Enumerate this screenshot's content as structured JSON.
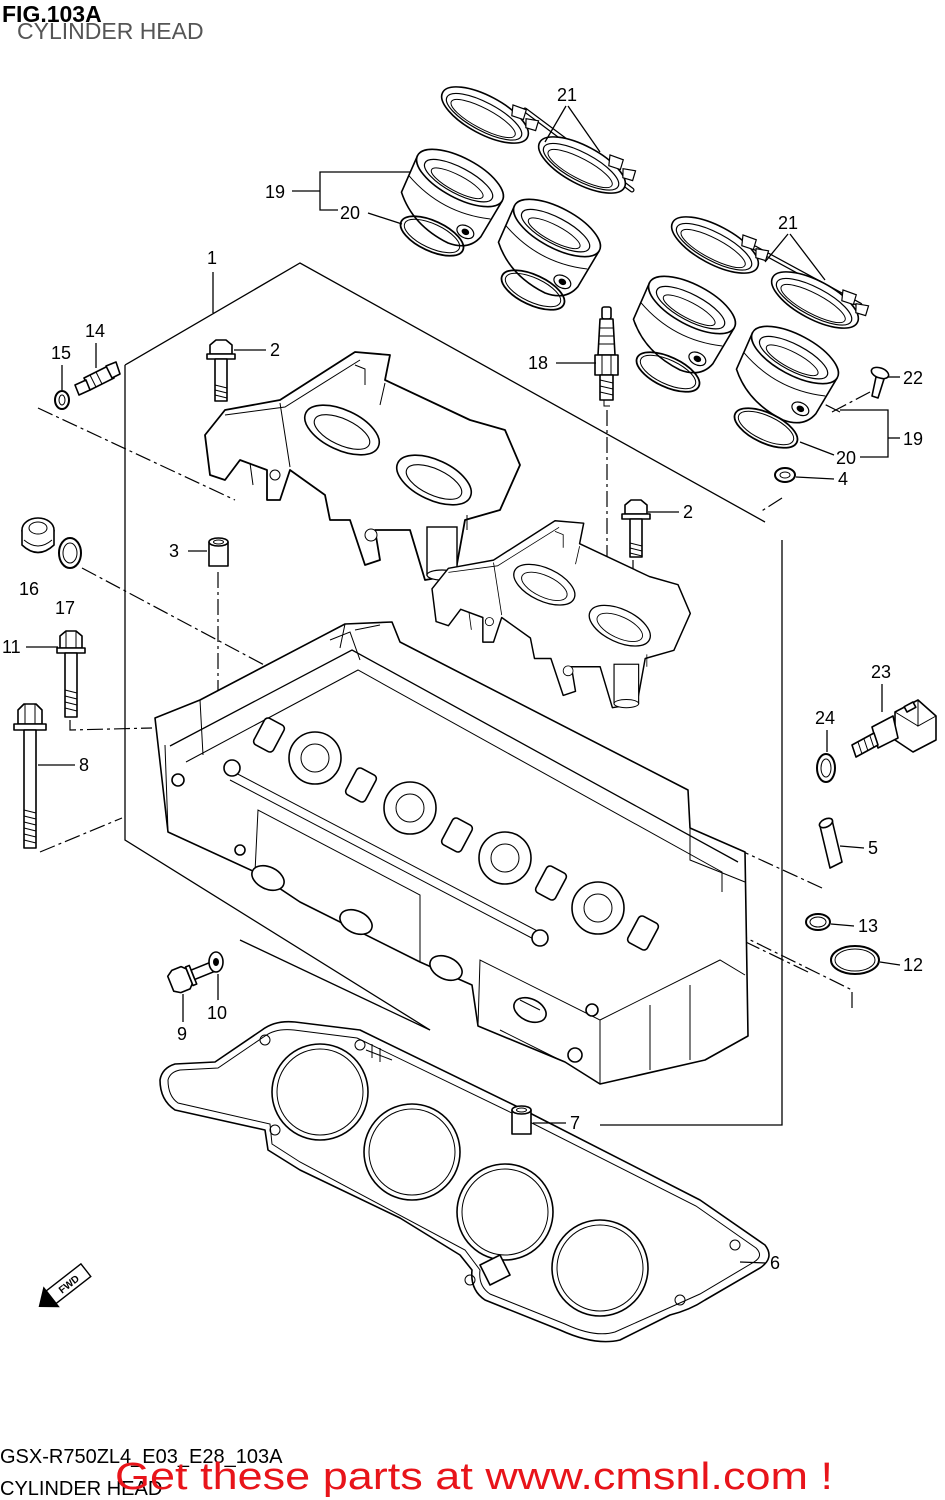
{
  "figure": {
    "title": "FIG.103A",
    "subtitle": "CYLINDER HEAD"
  },
  "callouts": [
    "21",
    "19",
    "20",
    "21",
    "1",
    "14",
    "15",
    "2",
    "18",
    "22",
    "19",
    "20",
    "4",
    "2",
    "3",
    "16",
    "17",
    "11",
    "23",
    "24",
    "8",
    "5",
    "13",
    "12",
    "9",
    "10",
    "7",
    "6"
  ],
  "directional_label": "FWD",
  "footer": {
    "model_code": "GSX-R750ZL4_E03_E28_103A",
    "caption": "CYLINDER HEAD",
    "banner": "Get these parts at www.cmsnl.com !"
  },
  "colors": {
    "line": "#000000",
    "subtitle": "#555555",
    "banner": "#e8141a"
  }
}
